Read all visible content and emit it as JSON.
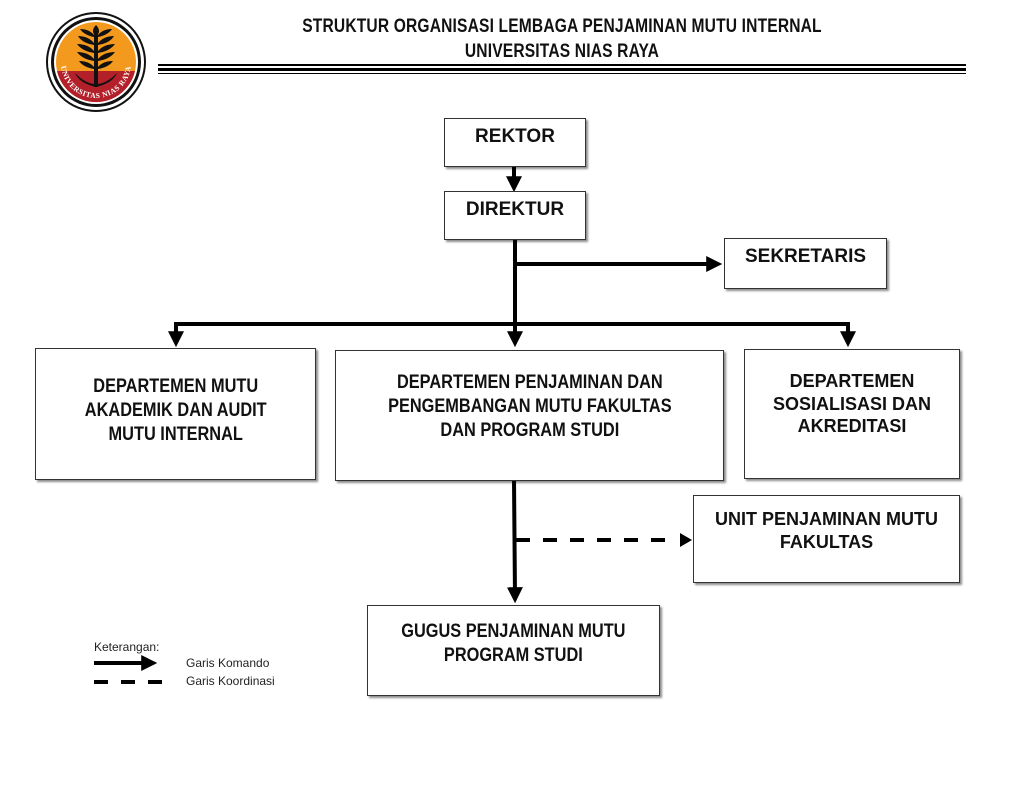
{
  "header": {
    "title_line1": "STRUKTUR ORGANISASI LEMBAGA PENJAMINAN MUTU INTERNAL",
    "title_line2": "UNIVERSITAS NIAS RAYA",
    "logo_text": "UNIVERSITAS NIAS RAYA",
    "logo_colors": {
      "orange": "#F39A1E",
      "red": "#B3202A",
      "black": "#111111"
    }
  },
  "nodes": {
    "rektor": "REKTOR",
    "direktur": "DIREKTUR",
    "sekretaris": "SEKRETARIS",
    "dept_mutu_akademik": "DEPARTEMEN MUTU\nAKADEMIK DAN AUDIT\nMUTU INTERNAL",
    "dept_penjaminan": "DEPARTEMEN PENJAMINAN DAN\nPENGEMBANGAN MUTU FAKULTAS\nDAN PROGRAM STUDI",
    "dept_sosialisasi": "DEPARTEMEN\nSOSIALISASI DAN\nAKREDITASI",
    "unit_fakultas": "UNIT PENJAMINAN MUTU\nFAKULTAS",
    "gugus_prodi": "GUGUS PENJAMINAN MUTU\nPROGRAM STUDI"
  },
  "edges": [
    {
      "from": "rektor",
      "to": "direktur",
      "type": "komando"
    },
    {
      "from": "direktur",
      "to": "sekretaris",
      "type": "komando"
    },
    {
      "from": "direktur",
      "to": "dept_mutu_akademik",
      "type": "komando"
    },
    {
      "from": "direktur",
      "to": "dept_penjaminan",
      "type": "komando"
    },
    {
      "from": "direktur",
      "to": "dept_sosialisasi",
      "type": "komando"
    },
    {
      "from": "dept_penjaminan",
      "to": "gugus_prodi",
      "type": "komando"
    },
    {
      "from": "dept_penjaminan",
      "to": "unit_fakultas",
      "type": "koordinasi"
    }
  ],
  "legend": {
    "title": "Keterangan:",
    "items": [
      {
        "style": "solid-arrow",
        "label": "Garis Komando"
      },
      {
        "style": "dashed",
        "label": "Garis Koordinasi"
      }
    ]
  }
}
